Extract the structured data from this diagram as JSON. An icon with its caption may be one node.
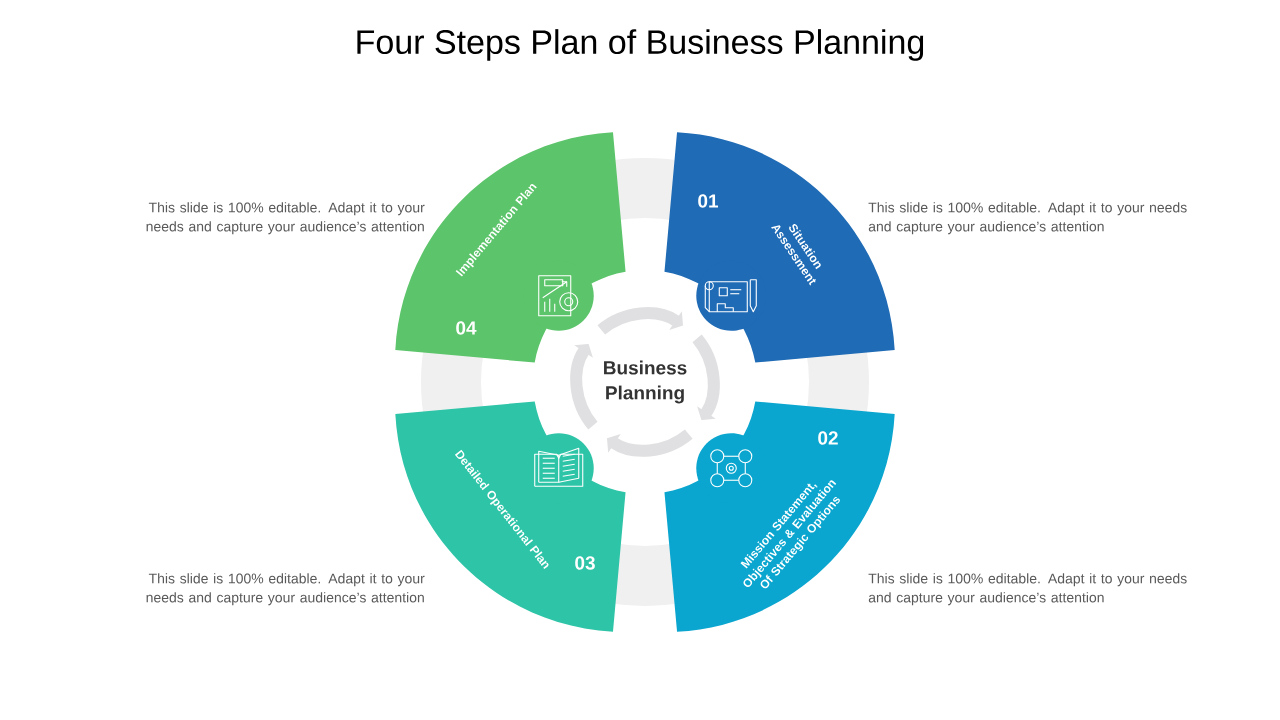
{
  "diagram": {
    "title": "Four Steps Plan of Business Planning",
    "nodes": [
      {
        "text": [
          "Business Planning"
        ]
      },
      {
        "text": [
          "01",
          "Situation Assessment"
        ],
        "beside": [
          "This slide is 100% editable. Adapt it to your needs and capture your audience’s attention"
        ]
      },
      {
        "text": [
          "02",
          "Mission Statement, Objectives & Evaluation Of Strategic Options"
        ],
        "beside": [
          "This slide is 100% editable. Adapt it to your needs and capture your audience’s attention"
        ]
      },
      {
        "text": [
          "03",
          "Detailed Operational Plan"
        ],
        "beside": [
          "This slide is 100% editable. Adapt it to your needs and capture your audience’s attention"
        ]
      },
      {
        "text": [
          "04",
          "Implementation Plan"
        ],
        "beside": [
          "This slide is 100% editable. Adapt it to your needs and capture your audience’s attention"
        ]
      }
    ]
  }
}
